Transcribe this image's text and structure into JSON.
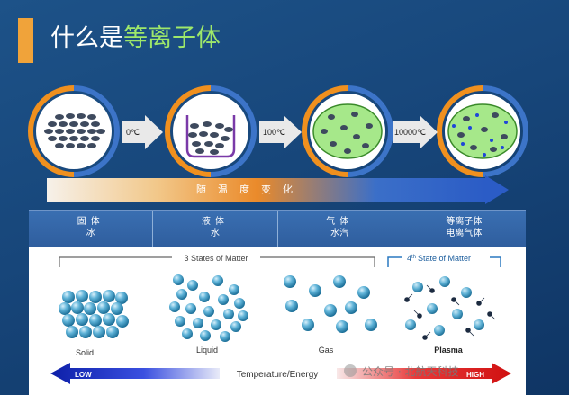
{
  "title": {
    "prefix": "什么是",
    "highlight": "等离子体"
  },
  "arrows": [
    "0℃",
    "100℃",
    "10000℃"
  ],
  "temperature_bar": "随温度变化",
  "table": [
    {
      "name": "固体",
      "example": "冰"
    },
    {
      "name": "液体",
      "example": "水"
    },
    {
      "name": "气体",
      "example": "水汽"
    },
    {
      "name": "等离子体",
      "example": "电离气体"
    }
  ],
  "diagram": {
    "bracket_left": "3 States of Matter",
    "bracket_right_sup": "th",
    "bracket_right_num": "4",
    "bracket_right": "State of Matter",
    "states": [
      "Solid",
      "Liquid",
      "Gas",
      "Plasma"
    ],
    "low": "LOW",
    "high": "HIGH",
    "axis": "Temperature/Energy"
  },
  "watermark": "公众号 · 北航天科技",
  "colors": {
    "accent": "#f0a33a",
    "highlight": "#9ee86a",
    "low": "#1a2fb5",
    "high": "#e01818"
  }
}
